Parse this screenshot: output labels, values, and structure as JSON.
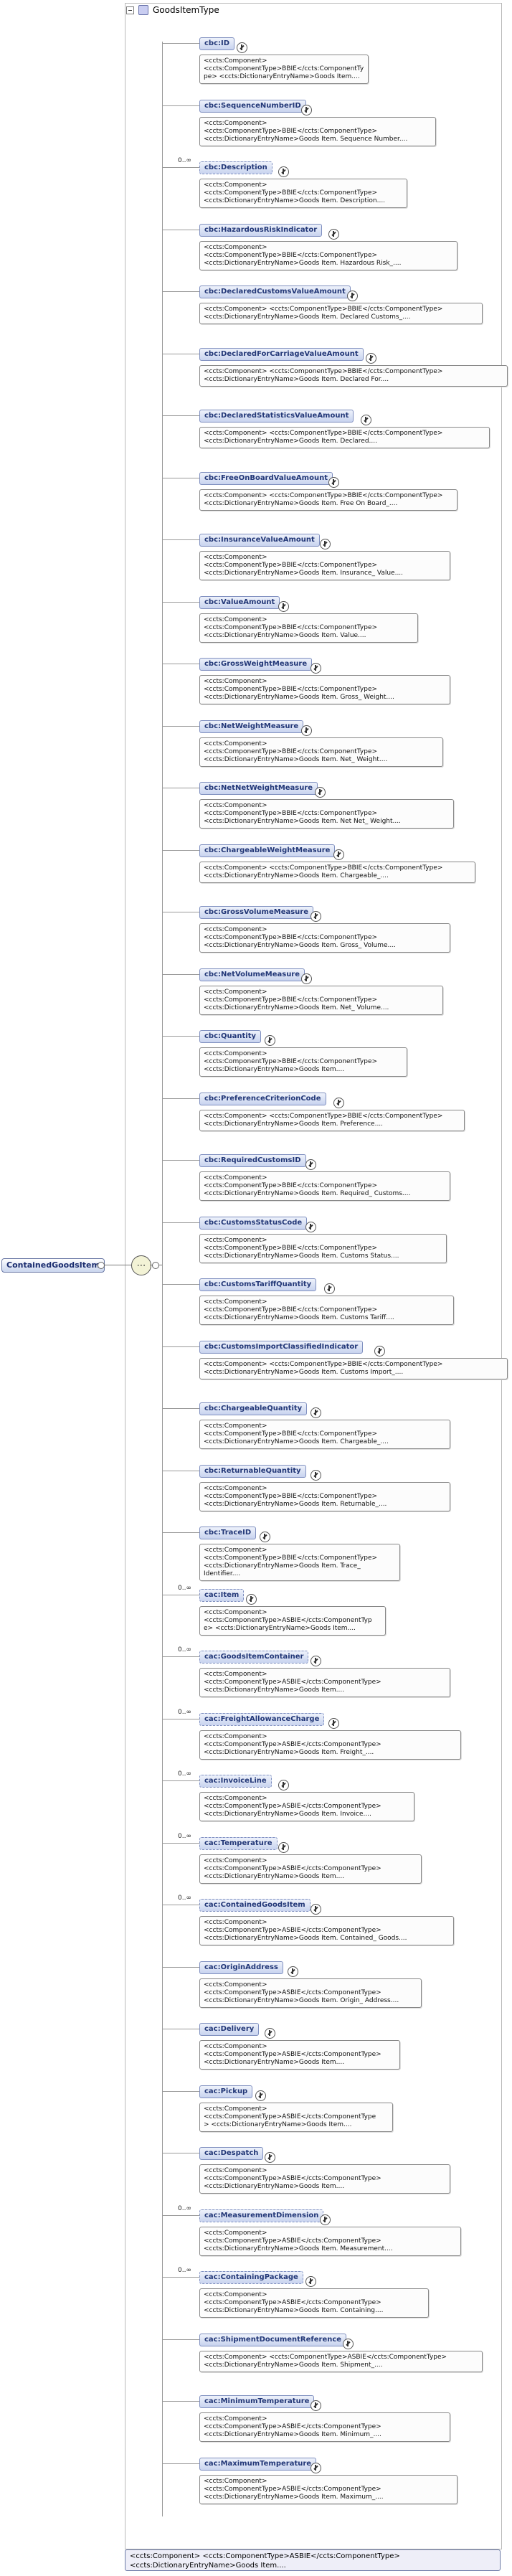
{
  "complex_type": {
    "name": "GoodsItemType"
  },
  "root_element": {
    "name": "ContainedGoodsItem"
  },
  "children": [
    {
      "name": "cbc:ID",
      "occ": "",
      "ann": "<ccts:Component>\n<ccts:ComponentType>BBIE</ccts:ComponentTy\npe> <ccts:DictionaryEntryName>Goods Item...."
    },
    {
      "name": "cbc:SequenceNumberID",
      "occ": "",
      "ann": "<ccts:Component>\n<ccts:ComponentType>BBIE</ccts:ComponentType>\n<ccts:DictionaryEntryName>Goods Item. Sequence Number...."
    },
    {
      "name": "cbc:Description",
      "occ": "0..∞",
      "ann": "<ccts:Component>\n<ccts:ComponentType>BBIE</ccts:ComponentType>\n<ccts:DictionaryEntryName>Goods Item. Description...."
    },
    {
      "name": "cbc:HazardousRiskIndicator",
      "occ": "",
      "ann": "<ccts:Component>\n<ccts:ComponentType>BBIE</ccts:ComponentType>\n<ccts:DictionaryEntryName>Goods Item. Hazardous Risk_...."
    },
    {
      "name": "cbc:DeclaredCustomsValueAmount",
      "occ": "",
      "ann": "<ccts:Component>  <ccts:ComponentType>BBIE</ccts:ComponentType>\n<ccts:DictionaryEntryName>Goods Item. Declared Customs_...."
    },
    {
      "name": "cbc:DeclaredForCarriageValueAmount",
      "occ": "",
      "ann": "<ccts:Component>  <ccts:ComponentType>BBIE</ccts:ComponentType>\n<ccts:DictionaryEntryName>Goods Item. Declared For...."
    },
    {
      "name": "cbc:DeclaredStatisticsValueAmount",
      "occ": "",
      "ann": "<ccts:Component>  <ccts:ComponentType>BBIE</ccts:ComponentType>\n<ccts:DictionaryEntryName>Goods Item. Declared...."
    },
    {
      "name": "cbc:FreeOnBoardValueAmount",
      "occ": "",
      "ann": "<ccts:Component>  <ccts:ComponentType>BBIE</ccts:ComponentType>\n<ccts:DictionaryEntryName>Goods Item. Free On Board_...."
    },
    {
      "name": "cbc:InsuranceValueAmount",
      "occ": "",
      "ann": "<ccts:Component>\n<ccts:ComponentType>BBIE</ccts:ComponentType>\n<ccts:DictionaryEntryName>Goods Item. Insurance_ Value...."
    },
    {
      "name": "cbc:ValueAmount",
      "occ": "",
      "ann": "<ccts:Component>\n<ccts:ComponentType>BBIE</ccts:ComponentType>\n<ccts:DictionaryEntryName>Goods Item. Value...."
    },
    {
      "name": "cbc:GrossWeightMeasure",
      "occ": "",
      "ann": "<ccts:Component>\n<ccts:ComponentType>BBIE</ccts:ComponentType>\n<ccts:DictionaryEntryName>Goods Item. Gross_ Weight...."
    },
    {
      "name": "cbc:NetWeightMeasure",
      "occ": "",
      "ann": "<ccts:Component>\n<ccts:ComponentType>BBIE</ccts:ComponentType>\n<ccts:DictionaryEntryName>Goods Item. Net_ Weight...."
    },
    {
      "name": "cbc:NetNetWeightMeasure",
      "occ": "",
      "ann": "<ccts:Component>\n<ccts:ComponentType>BBIE</ccts:ComponentType>\n<ccts:DictionaryEntryName>Goods Item. Net Net_ Weight...."
    },
    {
      "name": "cbc:ChargeableWeightMeasure",
      "occ": "",
      "ann": "<ccts:Component>  <ccts:ComponentType>BBIE</ccts:ComponentType>\n<ccts:DictionaryEntryName>Goods Item. Chargeable_...."
    },
    {
      "name": "cbc:GrossVolumeMeasure",
      "occ": "",
      "ann": "<ccts:Component>\n<ccts:ComponentType>BBIE</ccts:ComponentType>\n<ccts:DictionaryEntryName>Goods Item. Gross_ Volume...."
    },
    {
      "name": "cbc:NetVolumeMeasure",
      "occ": "",
      "ann": "<ccts:Component>\n<ccts:ComponentType>BBIE</ccts:ComponentType>\n<ccts:DictionaryEntryName>Goods Item. Net_ Volume...."
    },
    {
      "name": "cbc:Quantity",
      "occ": "",
      "ann": "<ccts:Component>\n<ccts:ComponentType>BBIE</ccts:ComponentType>\n<ccts:DictionaryEntryName>Goods Item...."
    },
    {
      "name": "cbc:PreferenceCriterionCode",
      "occ": "",
      "ann": "<ccts:Component>  <ccts:ComponentType>BBIE</ccts:ComponentType>\n<ccts:DictionaryEntryName>Goods Item. Preference...."
    },
    {
      "name": "cbc:RequiredCustomsID",
      "occ": "",
      "ann": "<ccts:Component>\n<ccts:ComponentType>BBIE</ccts:ComponentType>\n<ccts:DictionaryEntryName>Goods Item. Required_ Customs...."
    },
    {
      "name": "cbc:CustomsStatusCode",
      "occ": "",
      "ann": "<ccts:Component>\n<ccts:ComponentType>BBIE</ccts:ComponentType>\n<ccts:DictionaryEntryName>Goods Item. Customs Status...."
    },
    {
      "name": "cbc:CustomsTariffQuantity",
      "occ": "",
      "ann": "<ccts:Component>\n<ccts:ComponentType>BBIE</ccts:ComponentType>\n<ccts:DictionaryEntryName>Goods Item. Customs Tariff...."
    },
    {
      "name": "cbc:CustomsImportClassifiedIndicator",
      "occ": "",
      "ann": "<ccts:Component>  <ccts:ComponentType>BBIE</ccts:ComponentType>\n<ccts:DictionaryEntryName>Goods Item. Customs Import_...."
    },
    {
      "name": "cbc:ChargeableQuantity",
      "occ": "",
      "ann": "<ccts:Component>\n<ccts:ComponentType>BBIE</ccts:ComponentType>\n<ccts:DictionaryEntryName>Goods Item. Chargeable_...."
    },
    {
      "name": "cbc:ReturnableQuantity",
      "occ": "",
      "ann": "<ccts:Component>\n<ccts:ComponentType>BBIE</ccts:ComponentType>\n<ccts:DictionaryEntryName>Goods Item. Returnable_...."
    },
    {
      "name": "cbc:TraceID",
      "occ": "",
      "ann": "<ccts:Component>\n<ccts:ComponentType>BBIE</ccts:ComponentType>\n<ccts:DictionaryEntryName>Goods Item. Trace_\nIdentifier...."
    },
    {
      "name": "cac:Item",
      "occ": "0..∞",
      "ann": "<ccts:Component>\n<ccts:ComponentType>ASBIE</ccts:ComponentTyp\ne> <ccts:DictionaryEntryName>Goods Item...."
    },
    {
      "name": "cac:GoodsItemContainer",
      "occ": "0..∞",
      "ann": "<ccts:Component>\n<ccts:ComponentType>ASBIE</ccts:ComponentType>\n<ccts:DictionaryEntryName>Goods Item...."
    },
    {
      "name": "cac:FreightAllowanceCharge",
      "occ": "0..∞",
      "ann": "<ccts:Component>\n<ccts:ComponentType>ASBIE</ccts:ComponentType>\n<ccts:DictionaryEntryName>Goods Item. Freight_...."
    },
    {
      "name": "cac:InvoiceLine",
      "occ": "0..∞",
      "ann": "<ccts:Component>\n<ccts:ComponentType>ASBIE</ccts:ComponentType>\n<ccts:DictionaryEntryName>Goods Item. Invoice...."
    },
    {
      "name": "cac:Temperature",
      "occ": "0..∞",
      "ann": "<ccts:Component>\n<ccts:ComponentType>ASBIE</ccts:ComponentType>\n<ccts:DictionaryEntryName>Goods Item...."
    },
    {
      "name": "cac:ContainedGoodsItem",
      "occ": "0..∞",
      "ann": "<ccts:Component>\n<ccts:ComponentType>ASBIE</ccts:ComponentType>\n<ccts:DictionaryEntryName>Goods Item. Contained_ Goods...."
    },
    {
      "name": "cac:OriginAddress",
      "occ": "",
      "ann": "<ccts:Component>\n<ccts:ComponentType>ASBIE</ccts:ComponentType>\n<ccts:DictionaryEntryName>Goods Item. Origin_ Address...."
    },
    {
      "name": "cac:Delivery",
      "occ": "",
      "ann": "<ccts:Component>\n<ccts:ComponentType>ASBIE</ccts:ComponentType>\n<ccts:DictionaryEntryName>Goods Item...."
    },
    {
      "name": "cac:Pickup",
      "occ": "",
      "ann": "<ccts:Component>\n<ccts:ComponentType>ASBIE</ccts:ComponentType\n> <ccts:DictionaryEntryName>Goods Item...."
    },
    {
      "name": "cac:Despatch",
      "occ": "",
      "ann": "<ccts:Component>\n<ccts:ComponentType>ASBIE</ccts:ComponentType>\n<ccts:DictionaryEntryName>Goods Item...."
    },
    {
      "name": "cac:MeasurementDimension",
      "occ": "0..∞",
      "ann": "<ccts:Component>\n<ccts:ComponentType>ASBIE</ccts:ComponentType>\n<ccts:DictionaryEntryName>Goods Item. Measurement...."
    },
    {
      "name": "cac:ContainingPackage",
      "occ": "0..∞",
      "ann": "<ccts:Component>\n<ccts:ComponentType>ASBIE</ccts:ComponentType>\n<ccts:DictionaryEntryName>Goods Item. Containing...."
    },
    {
      "name": "cac:ShipmentDocumentReference",
      "occ": "",
      "ann": "<ccts:Component>  <ccts:ComponentType>ASBIE</ccts:ComponentType>\n<ccts:DictionaryEntryName>Goods Item. Shipment_...."
    },
    {
      "name": "cac:MinimumTemperature",
      "occ": "",
      "ann": "<ccts:Component>\n<ccts:ComponentType>ASBIE</ccts:ComponentType>\n<ccts:DictionaryEntryName>Goods Item. Minimum_...."
    },
    {
      "name": "cac:MaximumTemperature",
      "occ": "",
      "ann": "<ccts:Component>\n<ccts:ComponentType>ASBIE</ccts:ComponentType>\n<ccts:DictionaryEntryName>Goods Item. Maximum_...."
    }
  ],
  "root_annotation": "<ccts:Component>  <ccts:ComponentType>ASBIE</ccts:ComponentType>\n<ccts:DictionaryEntryName>Goods Item...."
}
